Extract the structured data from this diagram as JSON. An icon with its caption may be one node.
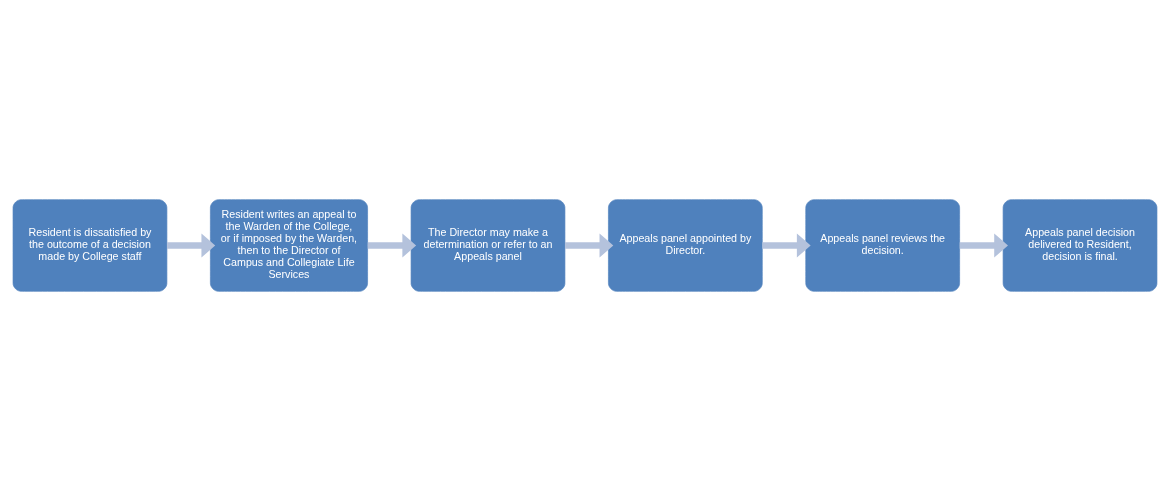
{
  "diagram": {
    "nodes": [
      {
        "text": [
          "Resident is dissatisfied by the outcome of a decision made by College staff"
        ]
      },
      {
        "text": [
          "Resident writes an appeal to the Warden of the College, or if imposed by the Warden, then to the Director of Campus and Collegiate Life Services"
        ]
      },
      {
        "text": [
          "The Director may make a determination or refer to an Appeals panel"
        ]
      },
      {
        "text": [
          "Appeals panel appointed by Director."
        ]
      },
      {
        "text": [
          "Appeals panel reviews the decision."
        ]
      },
      {
        "text": [
          "Appeals panel decision delivered to Resident, decision is final."
        ]
      }
    ],
    "edges": [
      {
        "from": 0,
        "to": 1,
        "arrow": "to"
      },
      {
        "from": 1,
        "to": 2,
        "arrow": "to"
      },
      {
        "from": 2,
        "to": 3,
        "arrow": "to"
      },
      {
        "from": 3,
        "to": 4,
        "arrow": "to"
      },
      {
        "from": 4,
        "to": 5,
        "arrow": "to"
      }
    ]
  }
}
